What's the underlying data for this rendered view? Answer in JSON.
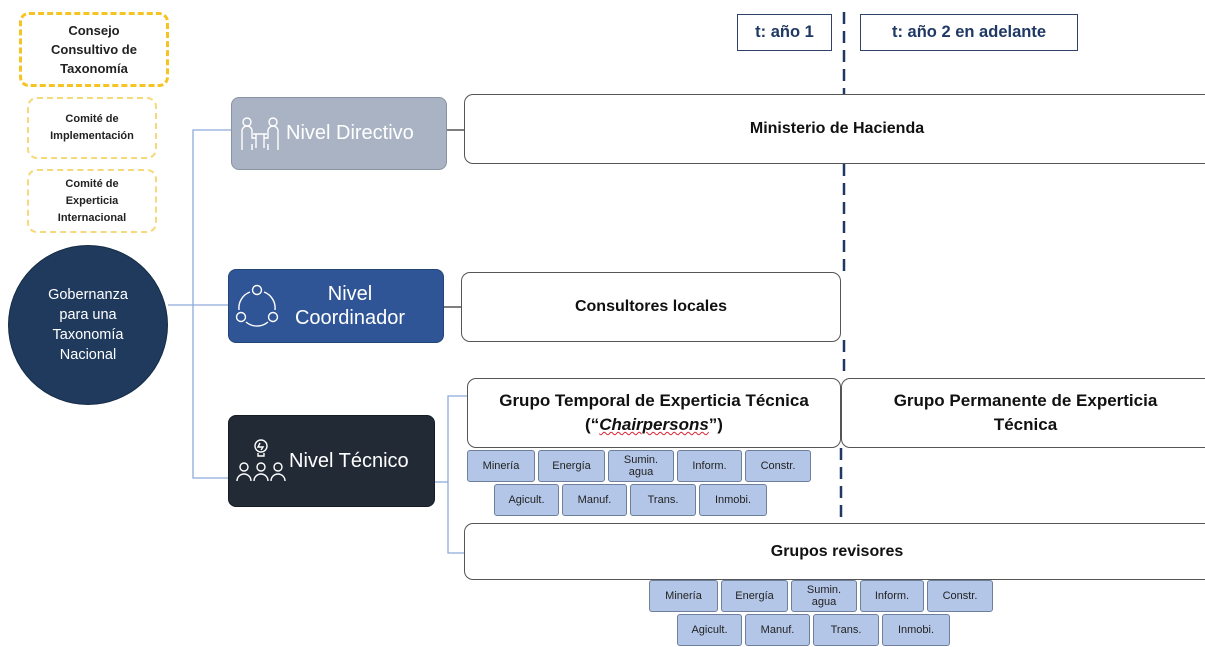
{
  "periods": {
    "year1": "t: año 1",
    "year2": "t: año 2 en adelante"
  },
  "committees": {
    "main": [
      "Consejo",
      "Consultivo de",
      "Taxonomía"
    ],
    "implementation": [
      "Comité de",
      "Implementación"
    ],
    "expertise": [
      "Comité de",
      "Experticia",
      "Internacional"
    ]
  },
  "governance": [
    "Gobernanza",
    "para una",
    "Taxonomía",
    "Nacional"
  ],
  "levels": {
    "directivo": "Nivel Directivo",
    "coordinador": [
      "Nivel",
      "Coordinador"
    ],
    "tecnico": "Nivel Técnico"
  },
  "boxes": {
    "ministerio": "Ministerio de Hacienda",
    "consultores": "Consultores locales",
    "temporal_line1": "Grupo Temporal de Experticia Técnica",
    "temporal_open": "(“",
    "temporal_em": "Chairpersons",
    "temporal_close": "”)",
    "permanente": "Grupo Permanente de Experticia Técnica",
    "revisores": "Grupos revisores"
  },
  "sectors_row1": [
    {
      "line1": "Minería",
      "line2": ""
    },
    {
      "line1": "Energía",
      "line2": ""
    },
    {
      "line1": "Sumin.",
      "line2": "agua"
    },
    {
      "line1": "Inform.",
      "line2": ""
    },
    {
      "line1": "Constr.",
      "line2": ""
    }
  ],
  "sectors_row2": [
    {
      "line1": "Agicult.",
      "line2": ""
    },
    {
      "line1": "Manuf.",
      "line2": ""
    },
    {
      "line1": "Trans.",
      "line2": ""
    },
    {
      "line1": "Inmobi.",
      "line2": ""
    }
  ],
  "colors": {
    "circle": "#1f3a5c",
    "directivo": "#a9b3c4",
    "coordinador": "#2f5597",
    "tecnico": "#222a35",
    "chip": "#b4c6e7",
    "committee_border": "#f5c422"
  }
}
